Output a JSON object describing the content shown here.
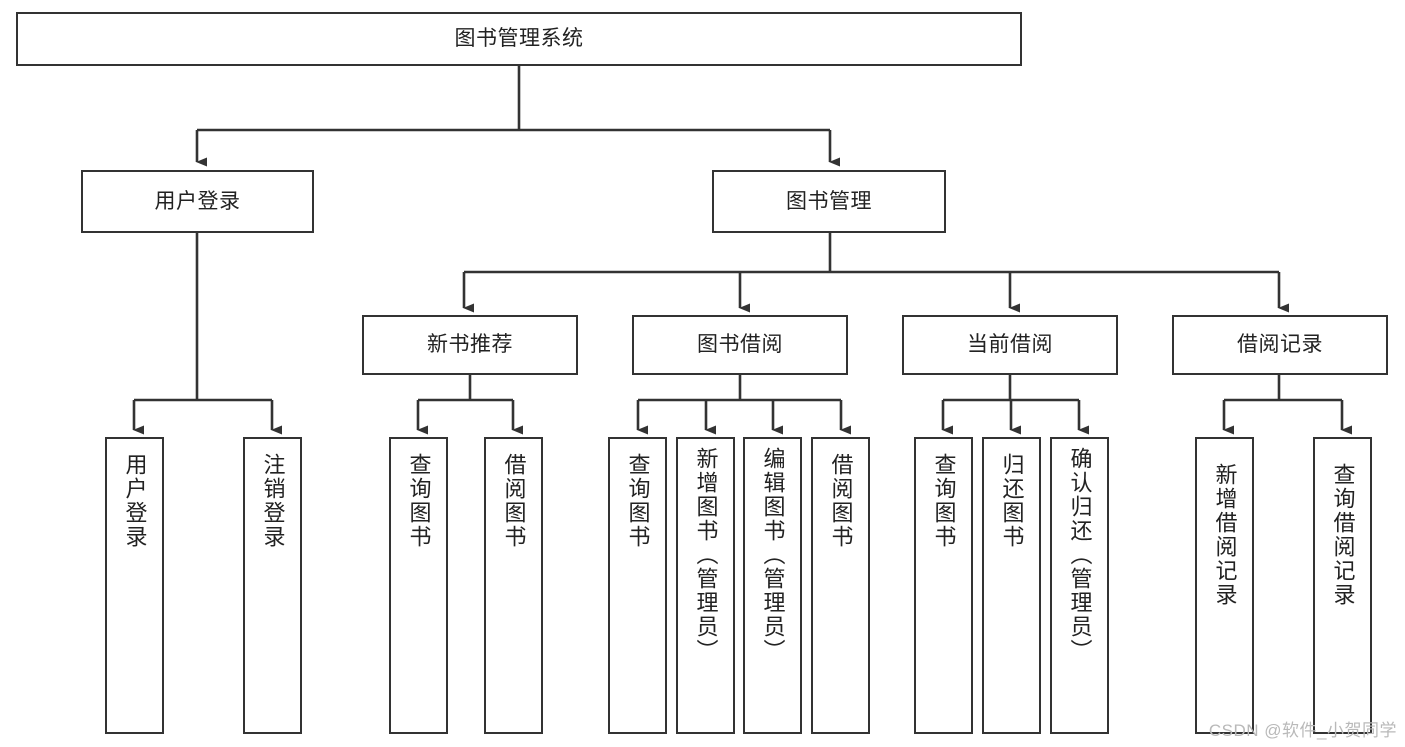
{
  "diagram": {
    "type": "tree",
    "title": "图书管理系统",
    "watermark": "CSDN @软件_小贺同学",
    "nodes": {
      "root": {
        "label": "图书管理系统"
      },
      "level2": [
        {
          "id": "user-login",
          "label": "用户登录"
        },
        {
          "id": "book-management",
          "label": "图书管理"
        }
      ],
      "level3": [
        {
          "id": "new-book-recommend",
          "label": "新书推荐"
        },
        {
          "id": "book-borrow",
          "label": "图书借阅"
        },
        {
          "id": "current-borrow",
          "label": "当前借阅"
        },
        {
          "id": "borrow-record",
          "label": "借阅记录"
        }
      ],
      "leaves_user_login": [
        {
          "id": "leaf-user-login",
          "label": "用户登录"
        },
        {
          "id": "leaf-logout",
          "label": "注销登录"
        }
      ],
      "leaves_new_book_recommend": [
        {
          "id": "leaf-query-book-1",
          "label": "查询图书"
        },
        {
          "id": "leaf-borrow-book-1",
          "label": "借阅图书"
        }
      ],
      "leaves_book_borrow": [
        {
          "id": "leaf-query-book-2",
          "label": "查询图书"
        },
        {
          "id": "leaf-add-book",
          "label": "新增图书（管理员）"
        },
        {
          "id": "leaf-edit-book",
          "label": "编辑图书（管理员）"
        },
        {
          "id": "leaf-borrow-book-2",
          "label": "借阅图书"
        }
      ],
      "leaves_current_borrow": [
        {
          "id": "leaf-query-book-3",
          "label": "查询图书"
        },
        {
          "id": "leaf-return-book",
          "label": "归还图书"
        },
        {
          "id": "leaf-confirm-return",
          "label": "确认归还（管理员）"
        }
      ],
      "leaves_borrow_record": [
        {
          "id": "leaf-add-record",
          "label": "新增借阅记录"
        },
        {
          "id": "leaf-query-record",
          "label": "查询借阅记录"
        }
      ]
    },
    "colors": {
      "stroke": "#333333",
      "fill": "#ffffff",
      "text": "#222222",
      "watermark": "#b9b9b9"
    }
  }
}
